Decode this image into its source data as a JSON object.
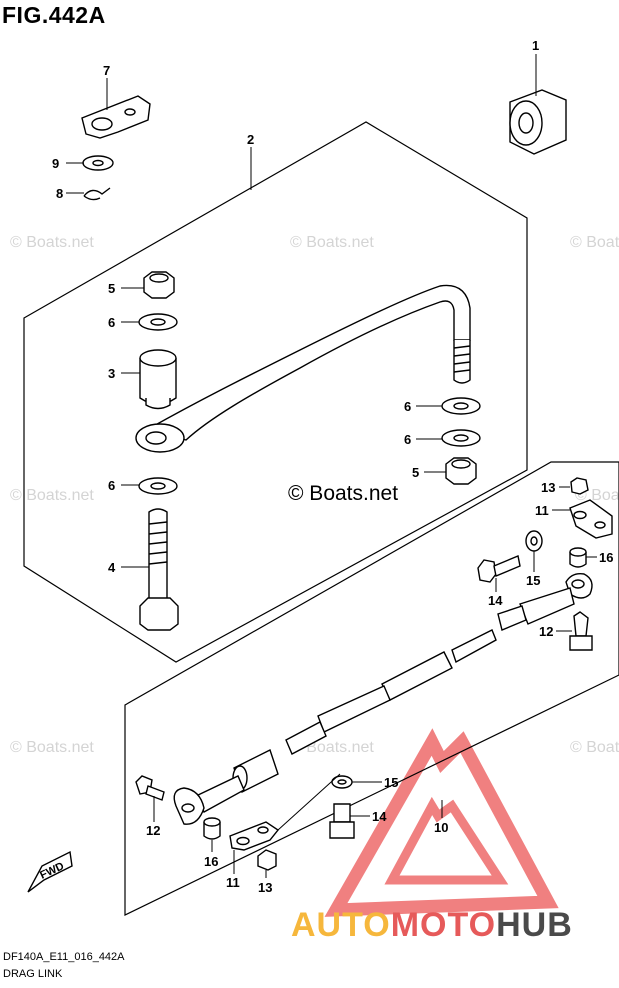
{
  "figure_title": "FIG.442A",
  "footer": {
    "code": "DF140A_E11_016_442A",
    "name": "DRAG LINK"
  },
  "copyright": "© Boats.net",
  "watermark": "© Boats.net",
  "brand": {
    "part1": "AUTO",
    "part2": "MOTO",
    "part3": "HUB"
  },
  "fwd_label": "FWD",
  "callouts": [
    {
      "id": "c1",
      "text": "1"
    },
    {
      "id": "c2",
      "text": "2"
    },
    {
      "id": "c7",
      "text": "7"
    },
    {
      "id": "c9",
      "text": "9"
    },
    {
      "id": "c8",
      "text": "8"
    },
    {
      "id": "c5a",
      "text": "5"
    },
    {
      "id": "c6a",
      "text": "6"
    },
    {
      "id": "c3",
      "text": "3"
    },
    {
      "id": "c6b",
      "text": "6"
    },
    {
      "id": "c6c",
      "text": "6"
    },
    {
      "id": "c5b",
      "text": "5"
    },
    {
      "id": "c6d",
      "text": "6"
    },
    {
      "id": "c4",
      "text": "4"
    },
    {
      "id": "c13a",
      "text": "13"
    },
    {
      "id": "c11a",
      "text": "11"
    },
    {
      "id": "c16a",
      "text": "16"
    },
    {
      "id": "c15a",
      "text": "15"
    },
    {
      "id": "c14a",
      "text": "14"
    },
    {
      "id": "c12a",
      "text": "12"
    },
    {
      "id": "c15b",
      "text": "15"
    },
    {
      "id": "c14b",
      "text": "14"
    },
    {
      "id": "c10",
      "text": "10"
    },
    {
      "id": "c12b",
      "text": "12"
    },
    {
      "id": "c16b",
      "text": "16"
    },
    {
      "id": "c11b",
      "text": "11"
    },
    {
      "id": "c13b",
      "text": "13"
    }
  ],
  "colors": {
    "brand_yellow": "#f6b73c",
    "brand_red": "#e65a5a",
    "brand_dark": "#4a4a4a",
    "logo_red": "#f08080"
  }
}
